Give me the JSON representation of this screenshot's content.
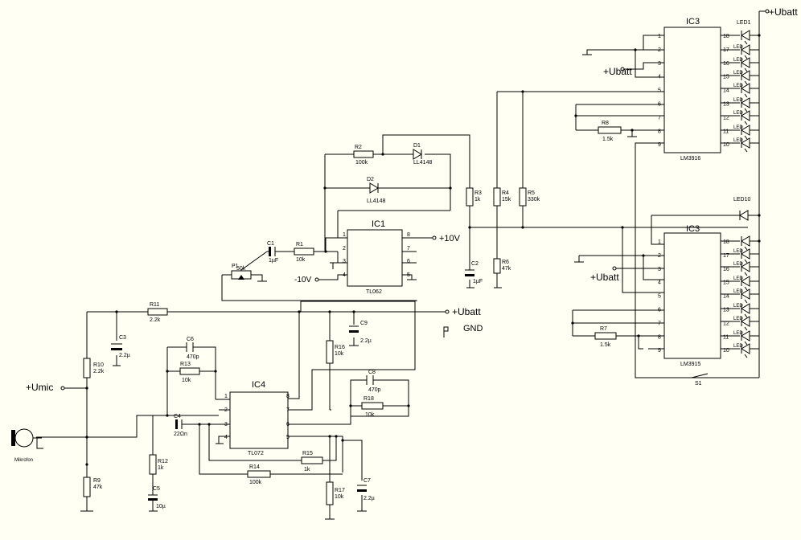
{
  "supply": {
    "ubatt": "+Ubatt",
    "plus10": "+10V",
    "minus10": "-10V",
    "gnd": "GND",
    "umic": "+Umic"
  },
  "ic": {
    "ic1": {
      "name": "IC1",
      "type": "TL062"
    },
    "ic4": {
      "name": "IC4",
      "type": "TL072"
    },
    "ic3a": {
      "name": "IC3",
      "type": "LM3916"
    },
    "ic3b": {
      "name": "IC3",
      "type": "LM3915"
    }
  },
  "pins": [
    "1",
    "2",
    "3",
    "4",
    "5",
    "6",
    "7",
    "8",
    "9",
    "10",
    "11",
    "12",
    "13",
    "14",
    "15",
    "16",
    "17",
    "18"
  ],
  "parts": {
    "r1": {
      "name": "R1",
      "value": "10k"
    },
    "r2": {
      "name": "R2",
      "value": "100k"
    },
    "r3": {
      "name": "R3",
      "value": "1k"
    },
    "r4": {
      "name": "R4",
      "value": "15k"
    },
    "r5": {
      "name": "R5",
      "value": "330k"
    },
    "r6": {
      "name": "R6",
      "value": "47k"
    },
    "r7": {
      "name": "R7",
      "value": "1.5k"
    },
    "r8": {
      "name": "R8",
      "value": "1.5k"
    },
    "r9": {
      "name": "R9",
      "value": "47k"
    },
    "r10": {
      "name": "R10",
      "value": "2.2k"
    },
    "r11": {
      "name": "R11",
      "value": "2.2k"
    },
    "r12": {
      "name": "R12",
      "value": "1k"
    },
    "r13": {
      "name": "R13",
      "value": "10k"
    },
    "r14": {
      "name": "R14",
      "value": "100k"
    },
    "r15": {
      "name": "R15",
      "value": "1k"
    },
    "r16": {
      "name": "R16",
      "value": "10k"
    },
    "r17": {
      "name": "R17",
      "value": "10k"
    },
    "r18": {
      "name": "R18",
      "value": "10k"
    },
    "p1": {
      "name": "P1",
      "value": "50k"
    },
    "c1": {
      "name": "C1",
      "value": "1µF"
    },
    "c2": {
      "name": "C2",
      "value": "1µF"
    },
    "c3": {
      "name": "C3",
      "value": "2.2µ"
    },
    "c4": {
      "name": "C4",
      "value": "22Ωn"
    },
    "c5": {
      "name": "C5",
      "value": "10µ"
    },
    "c6": {
      "name": "C6",
      "value": "470p"
    },
    "c7": {
      "name": "C7",
      "value": "2.2µ"
    },
    "c8": {
      "name": "C8",
      "value": "470p"
    },
    "c9": {
      "name": "C9",
      "value": "2.2µ"
    },
    "d1": {
      "name": "D1",
      "value": "LL4148"
    },
    "d2": {
      "name": "D2",
      "value": "LL4148"
    },
    "s1": {
      "name": "S1"
    },
    "mic": {
      "name": "Mikrofon"
    },
    "led1": {
      "name": "LED1"
    },
    "led10": {
      "name": "LED10"
    },
    "led_short": "LED"
  }
}
